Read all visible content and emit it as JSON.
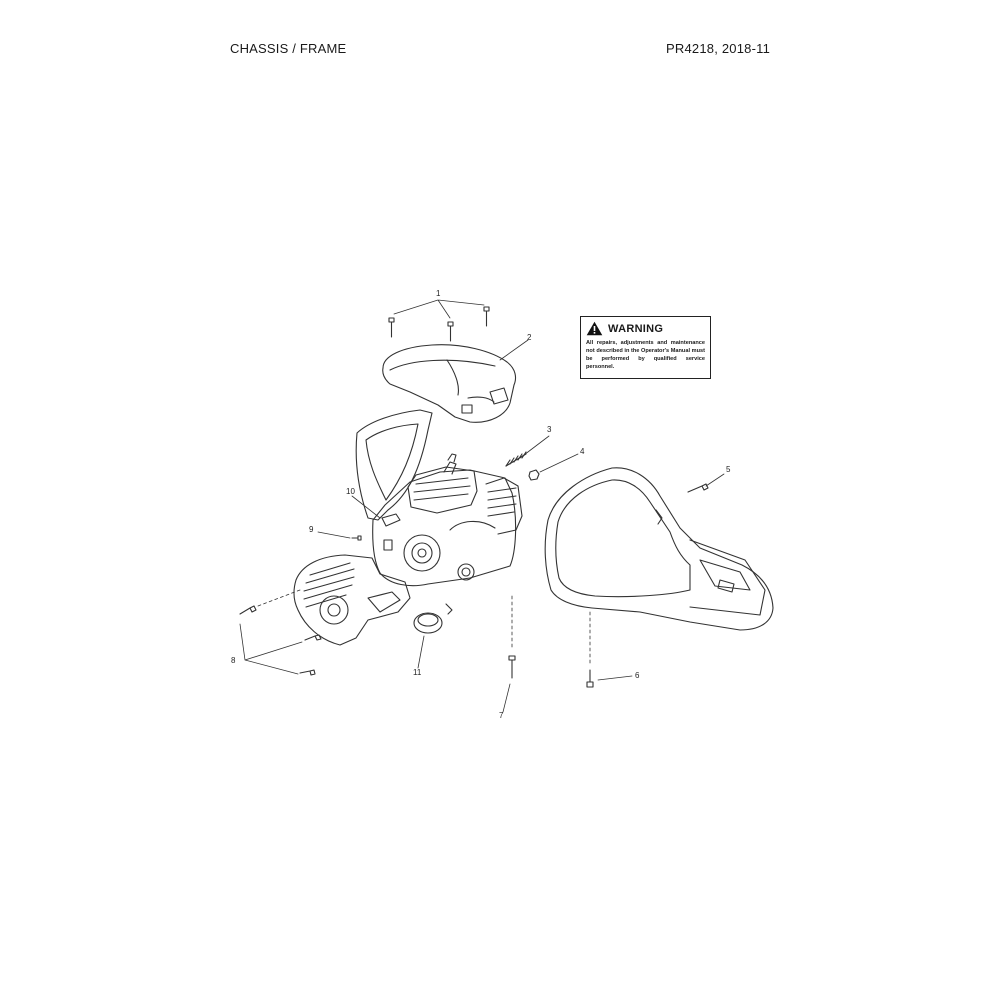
{
  "header": {
    "title": "CHASSIS / FRAME",
    "doc_ref": "PR4218, 2018-11"
  },
  "warning": {
    "title": "WARNING",
    "text": "All repairs, adjustments and maintenance not described in the Operator's Manual must be performed by qualified service personnel."
  },
  "callouts": [
    "1",
    "2",
    "3",
    "4",
    "5",
    "6",
    "7",
    "8",
    "9",
    "10",
    "11"
  ],
  "icons": {
    "warning": "warning-triangle-icon"
  }
}
